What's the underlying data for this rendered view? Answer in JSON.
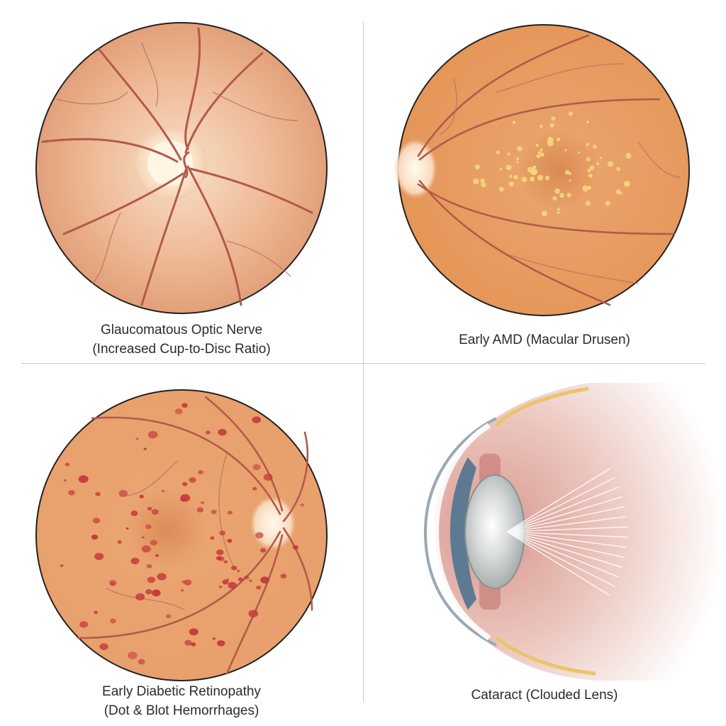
{
  "panels": [
    {
      "id": "glaucoma",
      "caption_line1": "Glaucomatous Optic Nerve",
      "caption_line2": "(Increased Cup-to-Disc Ratio)"
    },
    {
      "id": "amd",
      "caption_line1": "Early AMD (Macular Drusen)"
    },
    {
      "id": "diabetic",
      "caption_line1": "Early Diabetic Retinopathy",
      "caption_line2": "(Dot & Blot Hemorrhages)"
    },
    {
      "id": "cataract",
      "caption_line1": "Cataract (Clouded Lens)"
    }
  ],
  "colors": {
    "fundus_light": "#f3c7a6",
    "fundus_orange": "#e69a62",
    "vessel": "#b35a4a",
    "drusen": "#f5d77a",
    "hemorrhage": "#c4353a",
    "divider": "#c9c9c9"
  }
}
